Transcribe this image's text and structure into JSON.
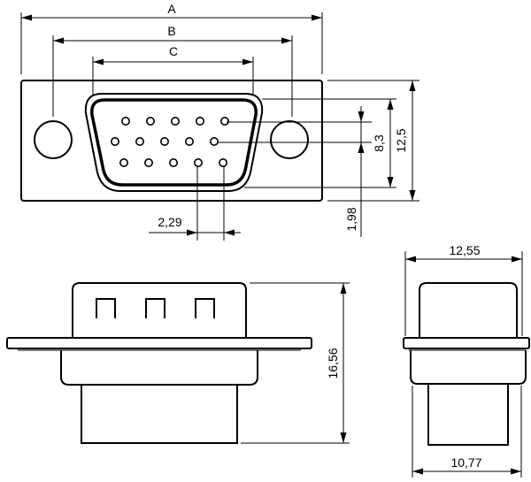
{
  "dimensions": {
    "a": "A",
    "b": "B",
    "c": "C",
    "pin_pitch": "2,29",
    "row_pitch": "1,98",
    "shell_height": "8,3",
    "flange_height": "12,5",
    "body_depth": "16,56",
    "side_top_width": "12,55",
    "side_bottom_width": "10,77"
  },
  "pin_rows": [
    5,
    5,
    5
  ]
}
